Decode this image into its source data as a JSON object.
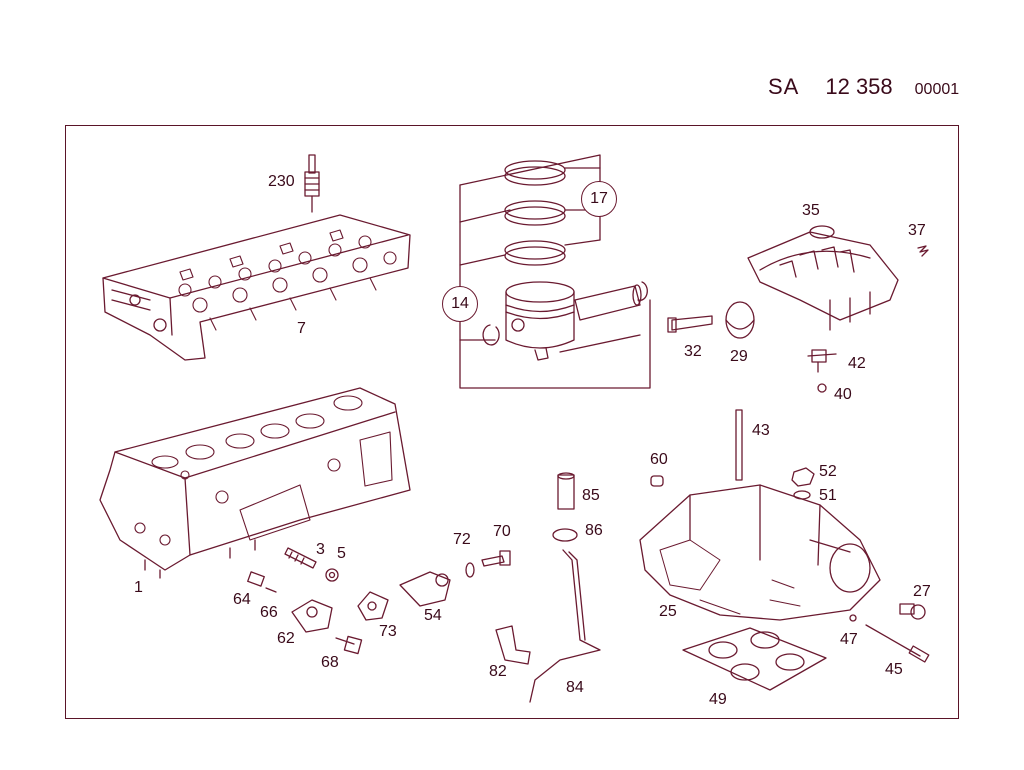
{
  "header": {
    "code": "SA",
    "number": "12 358",
    "sheet": "00001"
  },
  "callouts": {
    "piston_set": "17",
    "piston_assembly": "14"
  },
  "labels": {
    "p230": "230",
    "p7": "7",
    "p35": "35",
    "p37": "37",
    "p32": "32",
    "p29": "29",
    "p42": "42",
    "p40": "40",
    "p43": "43",
    "p1": "1",
    "p3": "3",
    "p5": "5",
    "p64": "64",
    "p66": "66",
    "p62": "62",
    "p68": "68",
    "p73": "73",
    "p54": "54",
    "p72": "72",
    "p70": "70",
    "p85": "85",
    "p86": "86",
    "p82": "82",
    "p84": "84",
    "p60": "60",
    "p52": "52",
    "p51": "51",
    "p25": "25",
    "p47": "47",
    "p27": "27",
    "p45": "45",
    "p49": "49"
  },
  "colors": {
    "line": "#6a1a30",
    "text": "#3a0a1a",
    "background": "#ffffff"
  }
}
